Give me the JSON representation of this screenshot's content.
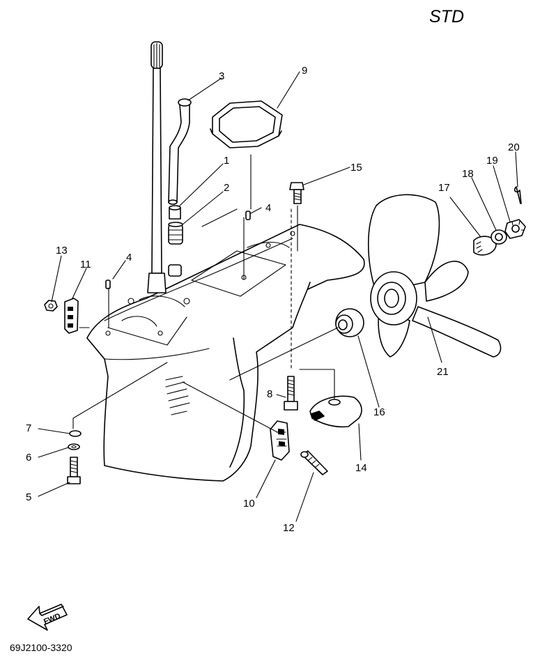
{
  "header": {
    "variant": "STD"
  },
  "footer": {
    "drawing_code": "69J2100-3320"
  },
  "direction_marker": {
    "text": "FWD",
    "icon": "fwd-arrow-icon"
  },
  "callouts": {
    "c1": "1",
    "c2": "2",
    "c3": "3",
    "c4a": "4",
    "c4b": "4",
    "c5": "5",
    "c6": "6",
    "c7": "7",
    "c8": "8",
    "c9": "9",
    "c10": "10",
    "c11": "11",
    "c12": "12",
    "c13": "13",
    "c14": "14",
    "c15": "15",
    "c16": "16",
    "c17": "17",
    "c18": "18",
    "c19": "19",
    "c20": "20",
    "c21": "21"
  }
}
